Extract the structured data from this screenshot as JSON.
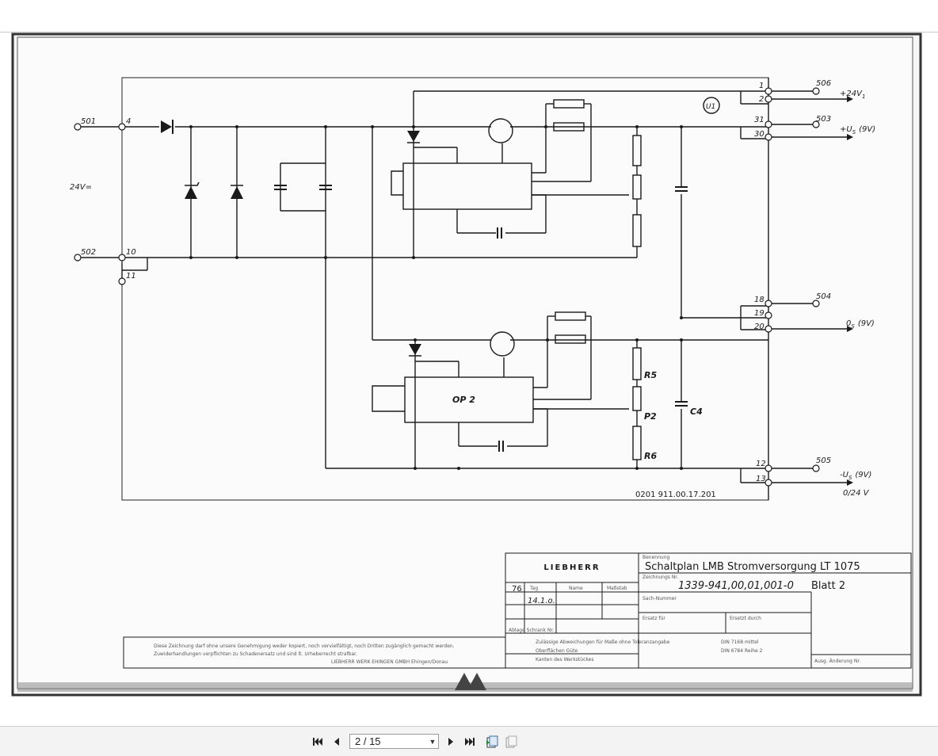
{
  "viewer": {
    "page_indicator": "2 / 15",
    "icons": [
      "first-page-icon",
      "prev-page-icon",
      "next-page-icon",
      "last-page-icon",
      "single-page-view-icon",
      "two-page-view-icon"
    ]
  },
  "schematic": {
    "terminal_labels": {
      "t501": "501",
      "t502": "502",
      "t506": "506",
      "t503": "503",
      "t504": "504",
      "t505": "505",
      "n4": "4",
      "n10": "10",
      "n11": "11",
      "n1": "1",
      "n2": "2",
      "n31": "31",
      "n30": "30",
      "n18": "18",
      "n19": "19",
      "n20": "20",
      "n12": "12",
      "n13": "13"
    },
    "voltage_labels": {
      "input": "24V=",
      "plus24": "+24V",
      "plus24_sub": "1",
      "plusUs": "+U",
      "plusUs_sub": "S",
      "plusUs_val": "(9V)",
      "zeroS": "0",
      "zeroS_sub": "S",
      "zeroS_val": "(9V)",
      "minusUs": "-U",
      "minusUs_sub": "S",
      "minusUs_val": "(9V)",
      "zero24": "0/24 V"
    },
    "component_labels": {
      "u1": "U1",
      "op2": "OP 2",
      "r5": "R5",
      "p2": "P2",
      "r6": "R6",
      "c4": "C4"
    },
    "drawing_ref": "0201 911.00.17.201"
  },
  "title_block": {
    "logo": "LIEBHERR",
    "benennung_label": "Benennung",
    "title": "Schaltplan LMB   Stromversorgung LT 1075",
    "zeichnungs_label": "Zeichnungs Nr.",
    "drawing_number": "1339-941,00,01,001-0",
    "sheet": "Blatt 2",
    "year": "76",
    "tag_label": "Tag",
    "name_label": "Name",
    "massstab_label": "Maßstab",
    "date_value": "14.1.o.",
    "ablage_label": "Ablage    Schrank Nr.",
    "sach_label": "Sach-Nummer",
    "ersatz_fuer": "Ersatz für",
    "ersetzt_durch": "Ersetzt durch",
    "tol_1": "Zulässige  Abweichungen  für  Maße  ohne  Toleranzangabe",
    "tol_2": "Oberflächen   Güte",
    "tol_3": "Kanten  des  Werkstückes",
    "tol_din1": "DIN  7168  mittel",
    "tol_din2": "DIN  6784  Reihe 2",
    "aend": "Ausg.   Änderung   Nr.",
    "copyright_1": "Diese  Zeichnung  darf  ohne  unsere  Genehmigung  weder  kopiert,  noch  vervielfältigt,  noch  Dritten  zugänglich  gemacht  werden.",
    "copyright_2": "Zuwiderhandlungen  verpflichten  zu  Schadenersatz  und  sind  lt.  Urheberrecht  strafbar.",
    "copyright_3": "LIEBHERR  WERK  EHINGEN  GMBH  Ehingen/Donau"
  }
}
